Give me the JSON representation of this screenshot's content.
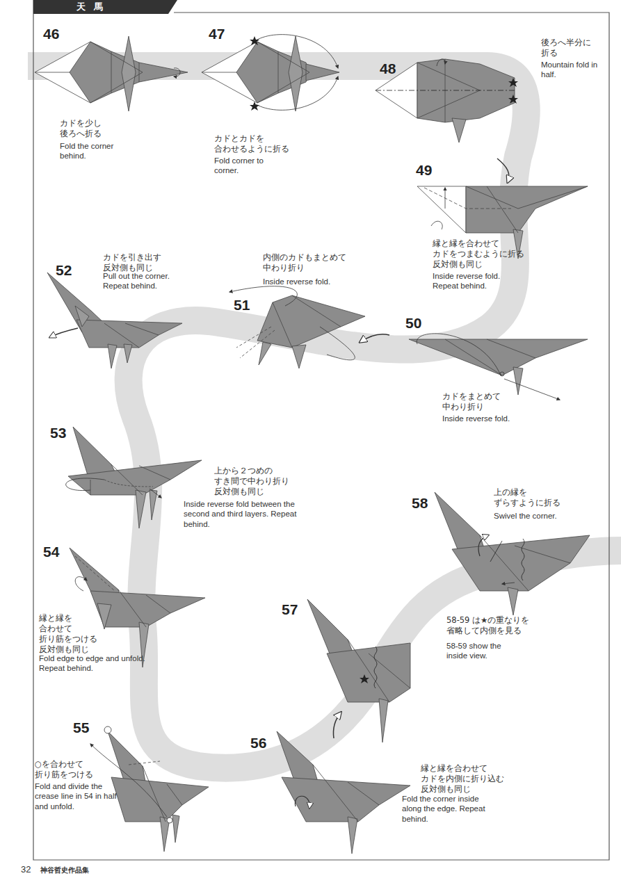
{
  "diagram": {
    "title": "天馬",
    "labels": [
      "46",
      "47",
      "48",
      "後ろへ半分に 折る",
      "Mountain fold in half.",
      "カドを少し 後ろへ折る",
      "Fold the corner behind.",
      "カドとカドを 合わせるように折る",
      "Fold corner to corner.",
      "49",
      "縁と縁を合わせて カドをつまむように折る 反対側も同じ",
      "Inside reverse fold. Repeat behind.",
      "52",
      "カドを引き出す 反対側も同じ",
      "Pull out the corner. Repeat behind.",
      "内側のカドもまとめて 中わり折り",
      "Inside reverse fold.",
      "51",
      "50",
      "カドをまとめて 中わり折り",
      "Inside reverse fold.",
      "53",
      "上から２つめの すき間で中わり折り 反対側も同じ",
      "Inside reverse fold between the second and third layers. Repeat behind.",
      "54",
      "縁と縁を 合わせて 折り筋をつける 反対側も同じ",
      "Fold edge to edge and unfold. Repeat behind.",
      "58",
      "上の縁を ずらすように折る",
      "Swivel the corner.",
      "57",
      "58-59 は★の重なりを 省略して内側を見る",
      "58-59 show the inside view.",
      "55",
      "○を合わせて 折り筋をつける",
      "Fold and divide the crease line in 54 in half and unfold.",
      "56",
      "縁と縁を合わせて カドを内側に折り込む 反対側も同じ",
      "Fold the corner inside along the edge. Repeat behind.",
      "32",
      "神谷哲史作品集"
    ]
  }
}
